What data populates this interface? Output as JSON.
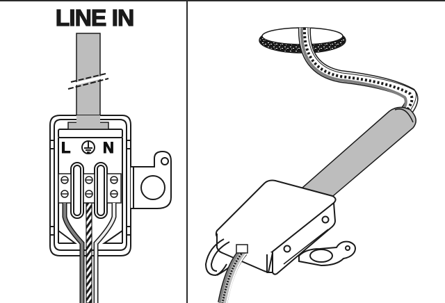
{
  "diagram": {
    "left_panel": {
      "title": "LINE IN",
      "terminal_labels": {
        "live": "L",
        "earth": "⏚",
        "neutral": "N"
      },
      "elements": [
        "supply-cable",
        "cable-break-marks",
        "terminal-block",
        "cable-clamp",
        "screw-terminals",
        "mounting-tab",
        "output-wires"
      ]
    },
    "right_panel": {
      "elements": [
        "ceiling-hole",
        "recessed-cable",
        "cable-sheath",
        "junction-box",
        "mounting-tab",
        "spring-clip",
        "output-wires"
      ]
    },
    "colors": {
      "line": "#1a1a1a",
      "cable_grey": "#bdbdbd",
      "wire_dark_grey": "#808080",
      "wire_light": "#e8e8e8",
      "background": "#ffffff"
    }
  }
}
